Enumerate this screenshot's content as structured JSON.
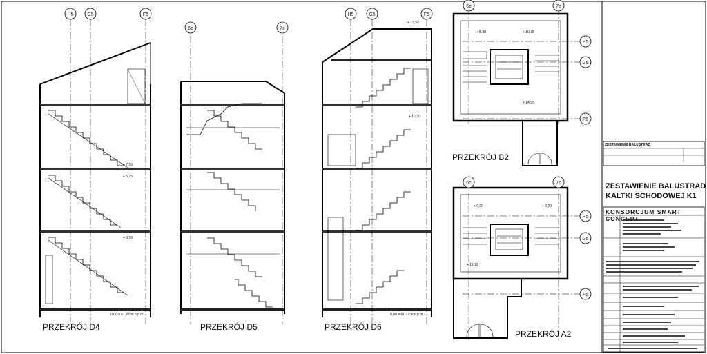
{
  "sections": [
    {
      "key": "d4",
      "caption": "PRZEKRÓJ D4",
      "axes": [
        "H5",
        "G5",
        "F5"
      ]
    },
    {
      "key": "d5",
      "caption": "PRZEKRÓJ D5",
      "axes": [
        "6c",
        "7c"
      ]
    },
    {
      "key": "d6",
      "caption": "PRZEKRÓJ D6",
      "axes": [
        "H5",
        "G5",
        "F5"
      ]
    },
    {
      "key": "b2",
      "caption": "PRZEKRÓJ B2",
      "axes": [
        "6c",
        "7c",
        "H5",
        "G5",
        "F5"
      ]
    },
    {
      "key": "a2",
      "caption": "PRZEKRÓJ A2",
      "axes": [
        "6c",
        "7c",
        "H5",
        "G5",
        "F5"
      ]
    }
  ],
  "annotations": {
    "elev_d4_bottom": "0,00 = 61,22 m n.p.m.",
    "elev_d6_bottom": "0,00 = 61,22 m n.p.m.",
    "levels": [
      "+ 7,50",
      "+ 5,25",
      "+ 3,50",
      "+ 10,30",
      "+ 13,50"
    ],
    "b2_marks": [
      "+ 5,88",
      "+ 10,75",
      "+ 14,55"
    ],
    "a2_marks": [
      "+ 0,00",
      "+ 11,10",
      "+ 0,00"
    ]
  },
  "title_block": {
    "list_heading": "ZESTAWIENIE BALUSTRAD",
    "title_line1": "ZESTAWIENIE BALUSTRAD",
    "title_line2": "KALTKI SCHODOWEJ K1",
    "company": "KONSORCJUM SMART CONCEPT"
  }
}
